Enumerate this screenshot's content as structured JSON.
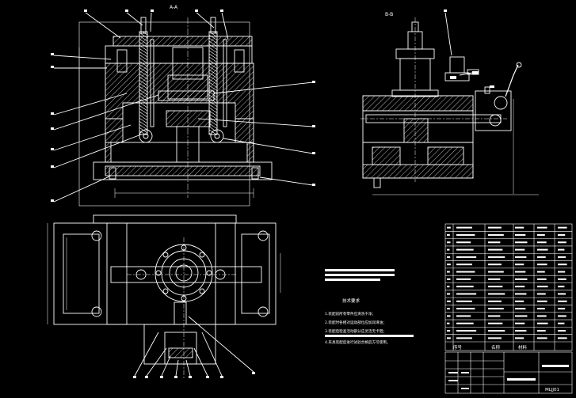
{
  "colors": {
    "background": "#000000",
    "line": "#ffffff",
    "hatch": "#ffffff",
    "dim": "#ffffff"
  },
  "views": {
    "front_section_label": "A-A",
    "side_section_label": "B-B"
  },
  "tech_requirements": {
    "title": "技术要求",
    "lines": [
      "1.装配前所有零件应清洗干净；",
      "2.装配时各相对运动部位应加润滑油；",
      "3.装配后检查活动部分应灵活无卡阻；",
      "4.夹具装配后进行试验合格后方可使用。"
    ]
  },
  "title_block": {
    "header_seq": "序号",
    "header_name": "名称",
    "header_material": "材料",
    "drawing_no": "MLJJ01"
  }
}
